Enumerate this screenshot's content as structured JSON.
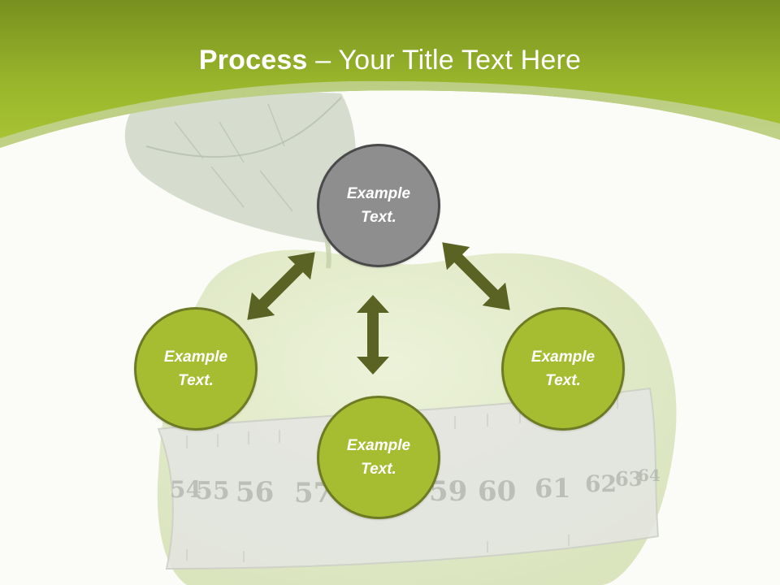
{
  "title": {
    "bold": "Process",
    "rest": " – Your Title Text Here"
  },
  "nodes": [
    {
      "text": "Example\nText."
    },
    {
      "text": "Example\nText."
    },
    {
      "text": "Example\nText."
    },
    {
      "text": "Example\nText."
    }
  ],
  "tape": {
    "numbers": [
      "54",
      "55",
      "56",
      "57",
      "59",
      "60",
      "61",
      "62",
      "63",
      "64"
    ]
  },
  "colors": {
    "header_green": "#a7bf33",
    "node_green": "#a6bd32",
    "node_gray": "#8e8e8e",
    "arrow": "#5b6324"
  }
}
